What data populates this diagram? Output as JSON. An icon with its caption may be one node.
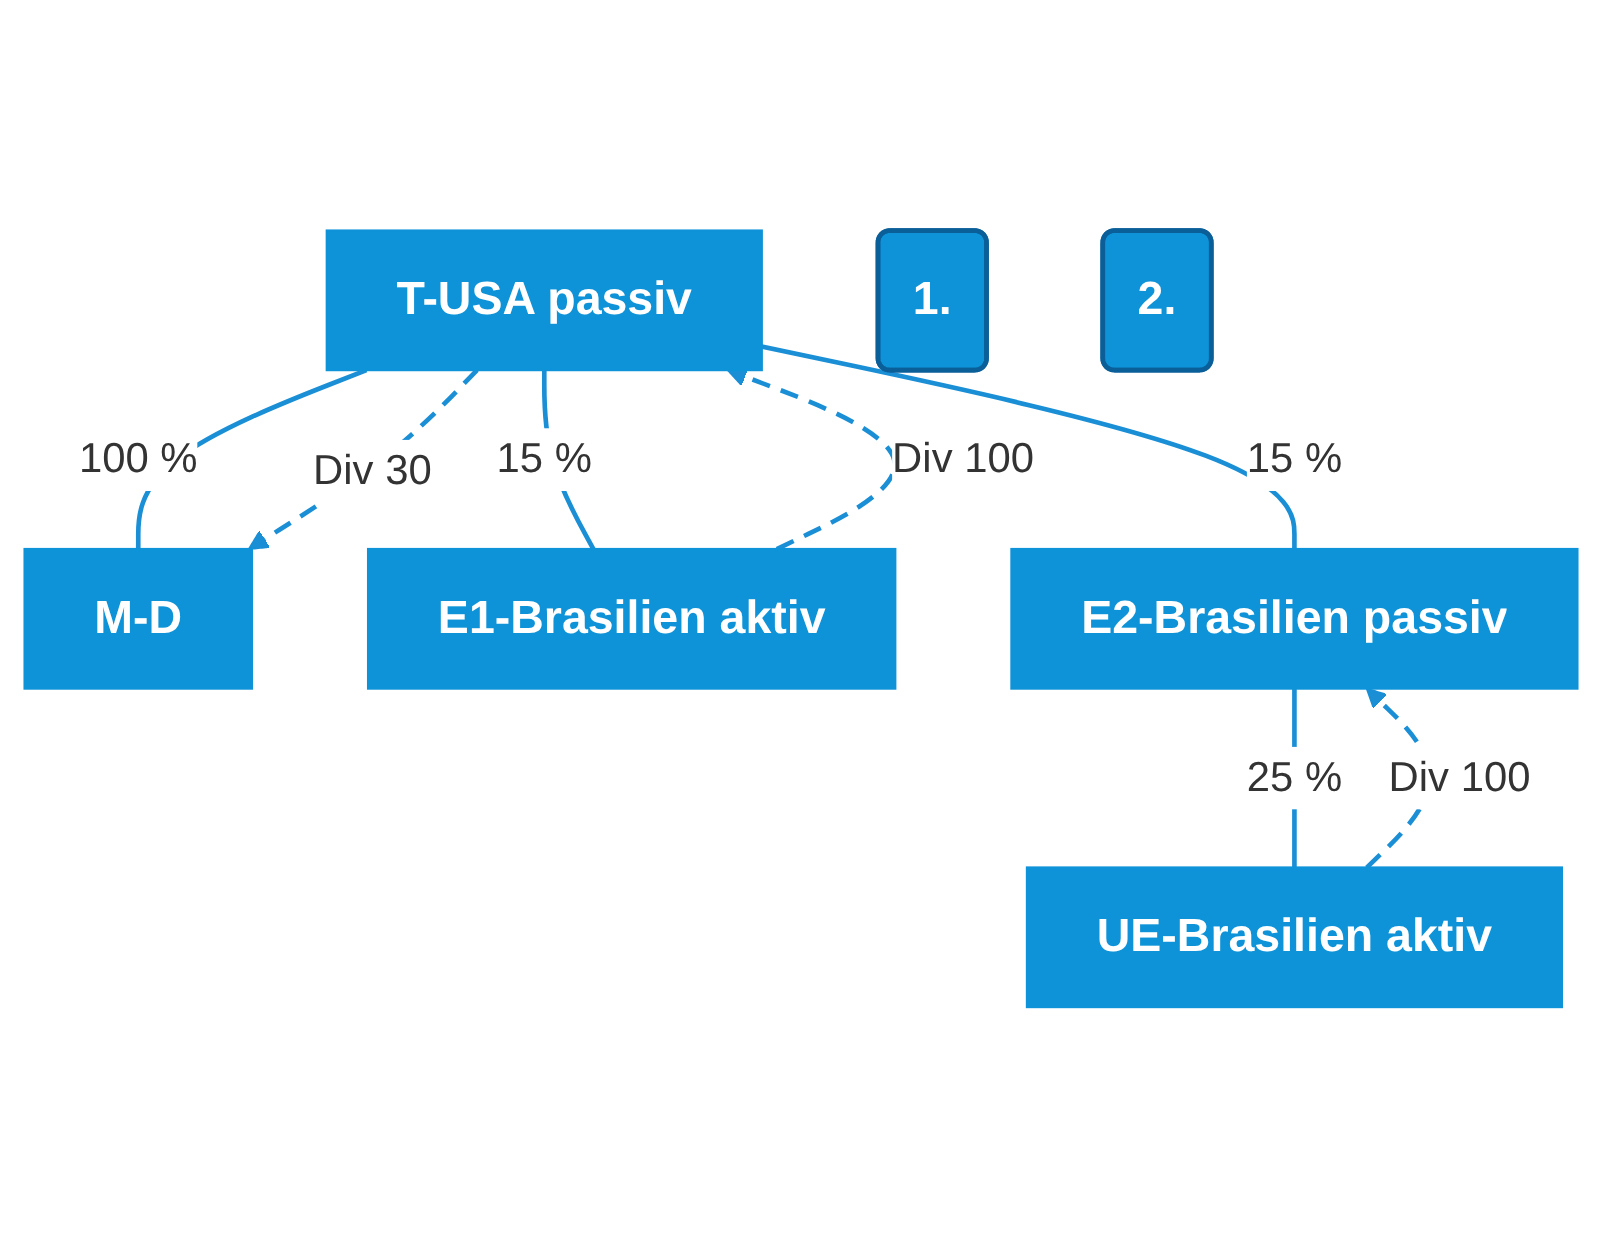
{
  "diagram": {
    "nodes": [
      {
        "text": [
          "M-D"
        ]
      },
      {
        "text": [
          "T-USA passiv"
        ]
      },
      {
        "text": [
          "E1-Brasilien aktiv"
        ]
      },
      {
        "text": [
          "E2-Brasilien passiv"
        ]
      },
      {
        "text": [
          "UE-Brasilien aktiv"
        ]
      },
      {
        "text": [
          "1."
        ]
      },
      {
        "text": [
          "2."
        ]
      }
    ],
    "edges": [
      {
        "from": 1,
        "to": 0,
        "arrow": "none",
        "label": "100 %"
      },
      {
        "from": 1,
        "to": 2,
        "arrow": "none",
        "label": "15 %"
      },
      {
        "from": 1,
        "to": 3,
        "arrow": "none",
        "label": "15 %"
      },
      {
        "from": 3,
        "to": 4,
        "arrow": "none",
        "label": "25 %"
      },
      {
        "from": 1,
        "to": 0,
        "arrow": "to",
        "label": "Div 30",
        "style": "dashed"
      },
      {
        "from": 2,
        "to": 1,
        "arrow": "to",
        "label": "Div 100",
        "style": "dashed"
      },
      {
        "from": 4,
        "to": 3,
        "arrow": "to",
        "label": "Div 100",
        "style": "dashed"
      }
    ]
  }
}
